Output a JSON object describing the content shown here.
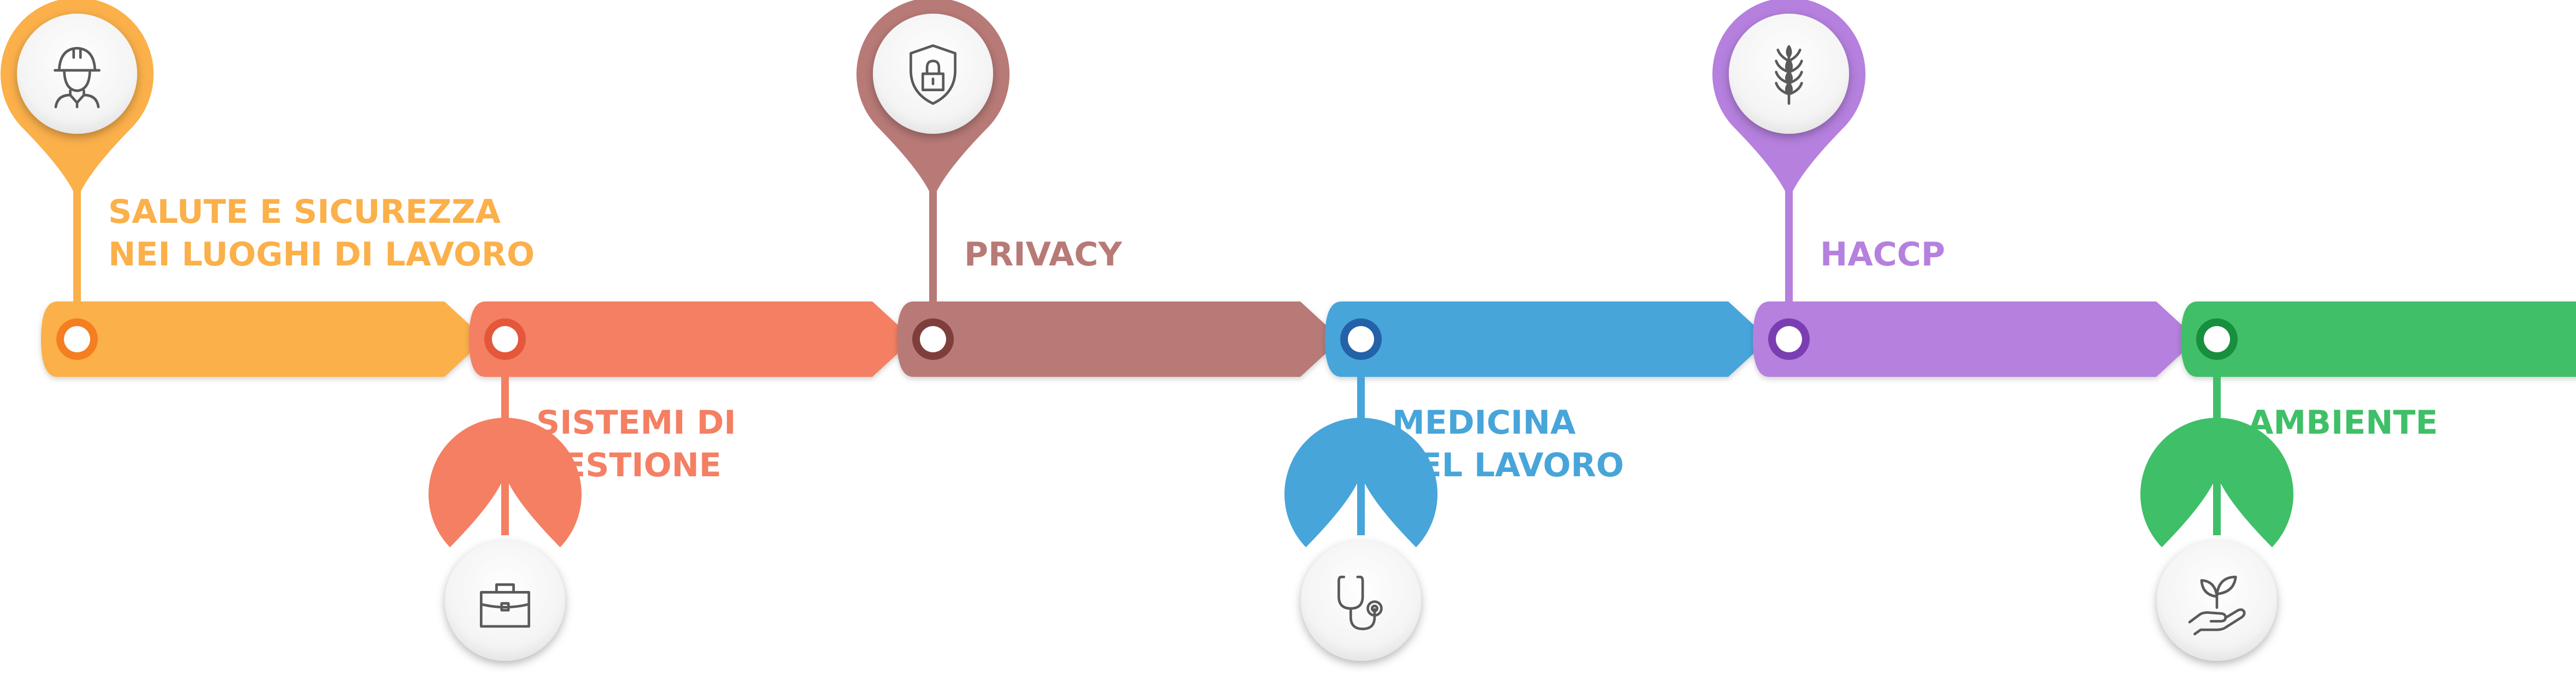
{
  "steps": [
    {
      "id": "salute",
      "lines": [
        "SALUTE E SICUREZZA",
        "NEI LUOGHI DI LAVORO"
      ],
      "color": "#FBB04A",
      "node_color": "#F47E20",
      "icon": "construction-worker-icon",
      "pin": "top"
    },
    {
      "id": "sistemi",
      "lines": [
        "SISTEMI DI",
        "GESTIONE"
      ],
      "color": "#F47F63",
      "node_color": "#E4573A",
      "icon": "briefcase-icon",
      "pin": "bottom"
    },
    {
      "id": "privacy",
      "lines": [
        "PRIVACY"
      ],
      "color": "#B87A76",
      "node_color": "#7E3F3C",
      "icon": "shield-lock-icon",
      "pin": "top"
    },
    {
      "id": "medicina",
      "lines": [
        "MEDICINA",
        "DEL LAVORO"
      ],
      "color": "#47A5DA",
      "node_color": "#2362A8",
      "icon": "stethoscope-icon",
      "pin": "bottom"
    },
    {
      "id": "haccp",
      "lines": [
        "HACCP"
      ],
      "color": "#B580DE",
      "node_color": "#7A3EB2",
      "icon": "wheat-icon",
      "pin": "top"
    },
    {
      "id": "ambiente",
      "lines": [
        "AMBIENTE"
      ],
      "color": "#3FBF67",
      "node_color": "#178F3E",
      "icon": "plant-hand-icon",
      "pin": "bottom"
    }
  ]
}
